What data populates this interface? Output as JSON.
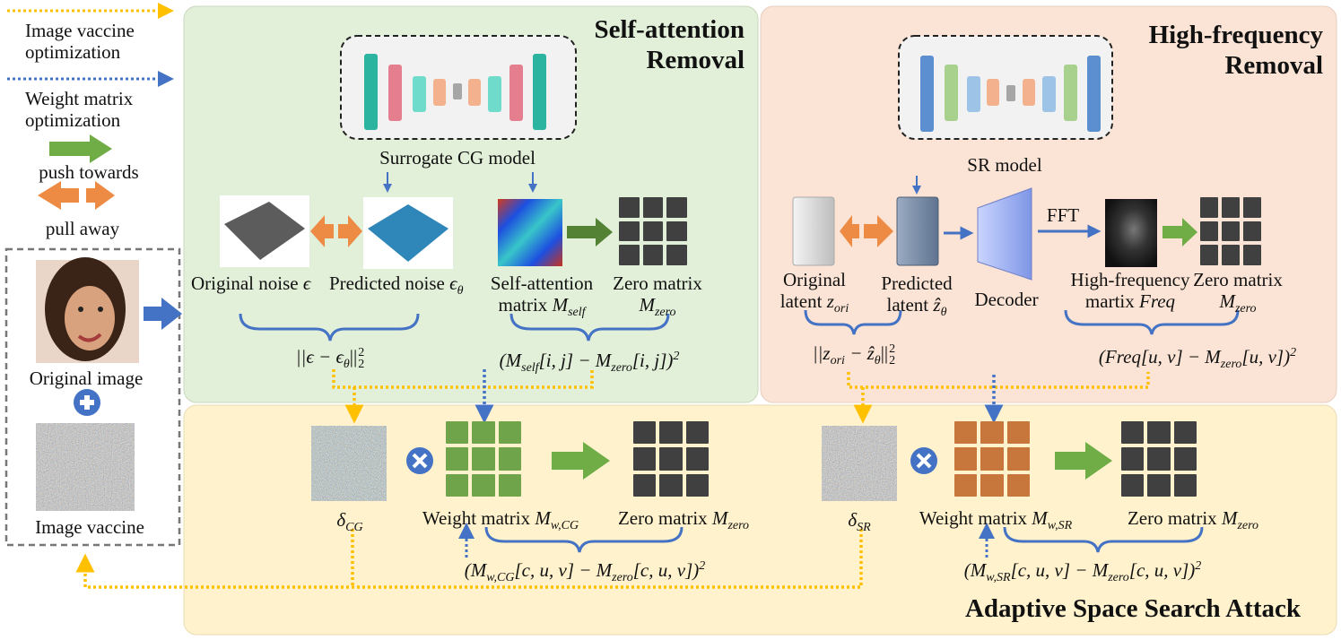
{
  "legend": {
    "items": [
      {
        "label_1": "Image vaccine",
        "label_2": "optimization",
        "icon": "yellow-dotted-arrow"
      },
      {
        "label_1": "Weight matrix",
        "label_2": "optimization",
        "icon": "blue-dotted-arrow"
      },
      {
        "label_1": "push towards",
        "icon": "green-arrow"
      },
      {
        "label_1": "pull away",
        "icon": "orange-double-arrow"
      }
    ]
  },
  "input": {
    "original_image_label": "Original image",
    "image_vaccine_label": "Image vaccine",
    "plus_icon": "plus-circle-icon"
  },
  "self_attention": {
    "title_1": "Self-attention",
    "title_2": "Removal",
    "model_label": "Surrogate CG model",
    "original_noise": {
      "text": "Original noise ",
      "math": "ϵ"
    },
    "predicted_noise": {
      "text": "Predicted noise ",
      "math": "ϵ",
      "sub": "θ"
    },
    "self_attention_matrix": {
      "line1": "Self-attention",
      "text": "matrix ",
      "math": "M",
      "sub": "self"
    },
    "zero_matrix": {
      "line1": "Zero matrix",
      "math": "M",
      "sub": "zero"
    },
    "formula_noise": {
      "a": "||ϵ − ϵ",
      "a_sub": "θ",
      "b": "||",
      "sup": "2",
      "sub": "2"
    },
    "formula_attn": {
      "a": "(M",
      "a_sub": "self",
      "b": "[i, j] − M",
      "b_sub": "zero",
      "c": "[i, j])",
      "sup": "2"
    }
  },
  "high_frequency": {
    "title_1": "High-frequency",
    "title_2": "Removal",
    "model_label": "SR model",
    "original_latent": {
      "line1": "Original",
      "text": "latent ",
      "math": "z",
      "sub": "ori"
    },
    "predicted_latent": {
      "line1": "Predicted",
      "text": "latent ",
      "math": "ẑ",
      "sub": "θ"
    },
    "decoder_label": "Decoder",
    "fft_label": "FFT",
    "freq_matrix": {
      "line1": "High-frequency",
      "text": "martix ",
      "math": "Freq"
    },
    "zero_matrix": {
      "line1": "Zero matrix",
      "math": "M",
      "sub": "zero"
    },
    "formula_latent": {
      "a": "||z",
      "a_sub": "ori",
      "b": " − ẑ",
      "b_sub": "θ",
      "c": "||",
      "sup": "2",
      "sub": "2"
    },
    "formula_freq": {
      "a": "(Freq[u, v] − M",
      "a_sub": "zero",
      "b": "[u, v])",
      "sup": "2"
    }
  },
  "adaptive": {
    "title": "Adaptive Space Search Attack",
    "delta_cg": {
      "math": "δ",
      "sub": "CG"
    },
    "delta_sr": {
      "math": "δ",
      "sub": "SR"
    },
    "weight_cg": {
      "text": "Weight matrix ",
      "math": "M",
      "sub": "w,CG"
    },
    "weight_sr": {
      "text": "Weight matrix ",
      "math": "M",
      "sub": "w,SR"
    },
    "zero_cg": {
      "text": "Zero matrix ",
      "math": "M",
      "sub": "zero"
    },
    "zero_sr": {
      "text": "Zero matrix ",
      "math": "M",
      "sub": "zero"
    },
    "formula_cg": {
      "a": "(M",
      "a_sub": "w,CG",
      "b": "[c, u, v] − M",
      "b_sub": "zero",
      "c": "[c, u, v])",
      "sup": "2"
    },
    "formula_sr": {
      "a": "(M",
      "a_sub": "w,SR",
      "b": "[c, u, v] − M",
      "b_sub": "zero",
      "c": "[c, u, v])",
      "sup": "2"
    },
    "times_icon": "times-circle-icon"
  },
  "colors": {
    "self_attention_panel": "#e2efd9",
    "high_frequency_panel": "#fbe4d5",
    "adaptive_panel": "#fff2cc",
    "image_vaccine_arrow": "#ffc000",
    "weight_matrix_arrow": "#4472c4",
    "push_arrow": "#70ad47",
    "pull_arrow": "#ed8b45",
    "zero_matrix": "#404040",
    "weight_matrix_cg": "#70a44a",
    "weight_matrix_sr": "#c8773c"
  }
}
